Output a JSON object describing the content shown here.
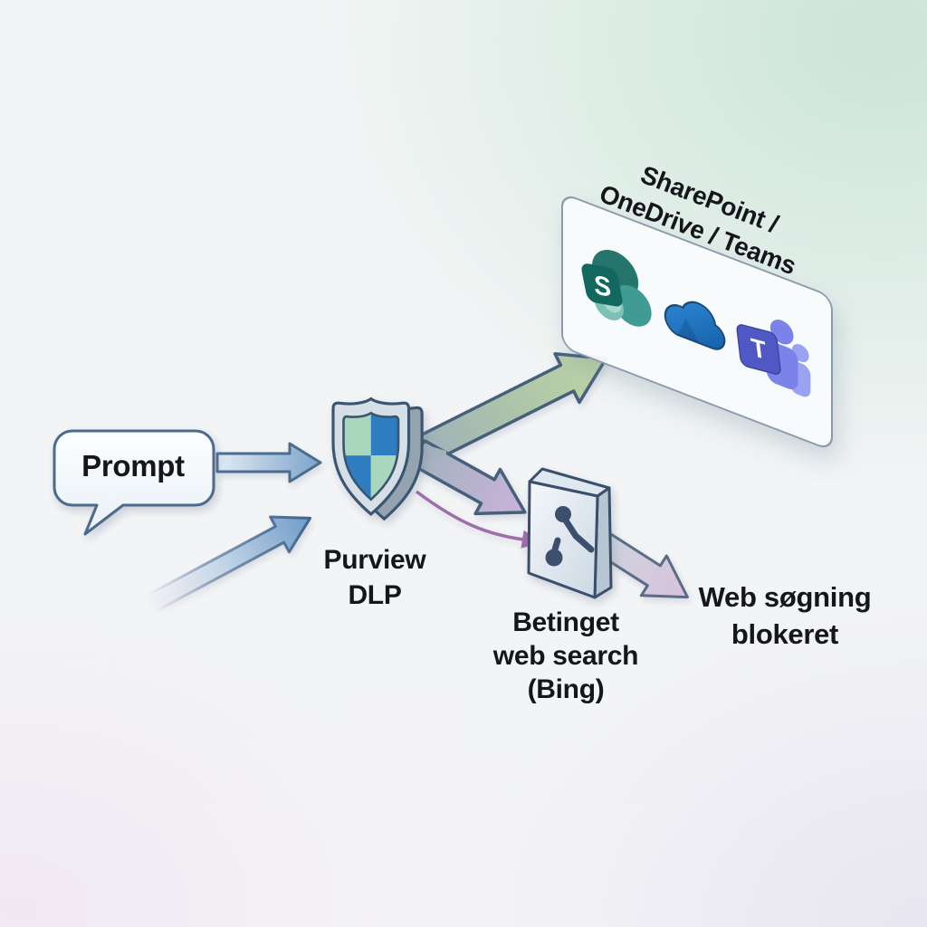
{
  "diagram": {
    "prompt": {
      "label": "Prompt"
    },
    "purview": {
      "line1": "Purview",
      "line2": "DLP"
    },
    "m365": {
      "title_line1": "SharePoint /",
      "title_line2": "OneDrive / Teams",
      "sharepoint_letter": "S",
      "teams_letter": "T"
    },
    "conditional_search": {
      "line1": "Betinget",
      "line2": "web search",
      "line3": "(Bing)"
    },
    "blocked": {
      "line1": "Web søgning",
      "line2": "blokeret"
    }
  },
  "icons": {
    "shield": "purview-shield-icon",
    "sharepoint": "sharepoint-icon",
    "onedrive": "onedrive-icon",
    "teams": "teams-icon",
    "cube": "conditional-access-cube-icon",
    "bubble": "speech-bubble"
  },
  "flows": [
    {
      "from": "prompt-bubble",
      "to": "purview-dlp-shield",
      "style": "blue-arrow"
    },
    {
      "from": "lower-left",
      "to": "purview-dlp-shield",
      "style": "blue-arrow-fading-tail"
    },
    {
      "from": "purview-dlp-shield",
      "to": "m365-card",
      "style": "green-arrow"
    },
    {
      "from": "purview-dlp-shield",
      "to": "conditional-web-search",
      "style": "purple-arrow"
    },
    {
      "from": "purview-dlp-shield",
      "to": "conditional-web-search",
      "style": "thin-purple-line"
    },
    {
      "from": "conditional-web-search",
      "to": "web-search-blocked",
      "style": "pink-arrow"
    }
  ],
  "colors": {
    "background_mint": "#dcebe3",
    "background_pink": "#f3ecf3",
    "outline_slate": "#45607b",
    "arrow_blue": "#7ba3cb",
    "arrow_green": "#bed6a6",
    "arrow_purple": "#cab3da",
    "arrow_pink": "#d9c2da",
    "thin_line_purple": "#9b6fa8",
    "shield_blue": "#2e7dc0",
    "shield_green": "#a9d7bd",
    "sharepoint_teal": "#16695f",
    "onedrive_blue": "#2180cc",
    "teams_purple": "#4f58c4"
  }
}
